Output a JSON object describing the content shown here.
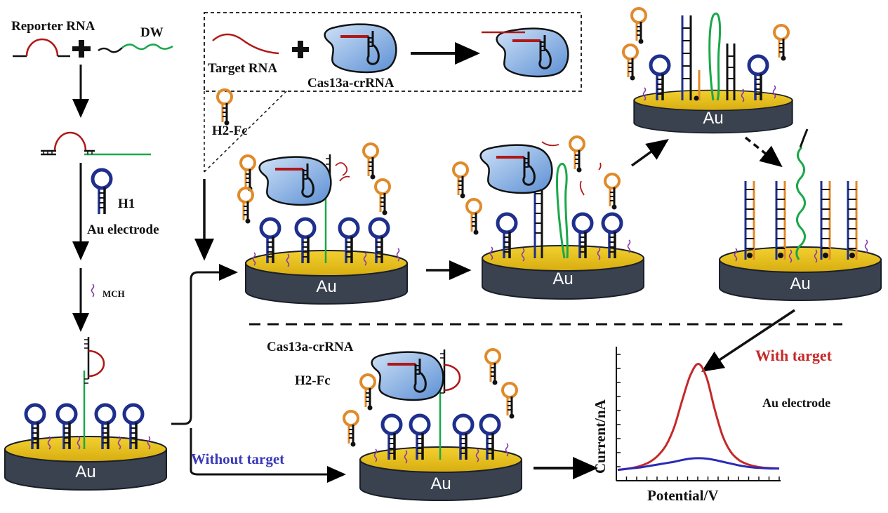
{
  "labels": {
    "reporter_rna": "Reporter RNA",
    "dw": "DW",
    "target_rna": "Target RNA",
    "cas13a_crrna": "Cas13a-crRNA",
    "h2_fc": "H2-Fc",
    "h1": "H1",
    "au_electrode_step": "Au  electrode",
    "mch": "MCH",
    "au": "Au",
    "without_target": "Without target",
    "cas13a_crrna_lower": "Cas13a-crRNA",
    "h2_fc_lower": "H2-Fc",
    "with_target": "With target",
    "au_electrode_plot": "Au electrode",
    "xlabel": "Potential/V",
    "ylabel": "Current/nA"
  },
  "colors": {
    "reporter_rna": "#b01818",
    "dw_strand": "#1aa84a",
    "h1_hairpin": "#1e2f8c",
    "h2_hairpin": "#e08a2a",
    "cas13a": "#9cc3ee",
    "electrode_top": "#e8c21c",
    "electrode_side": "#3a4250",
    "mch": "#8a3aa8",
    "with_target_label": "#c62828",
    "without_target_label": "#3a3ab8"
  },
  "chart_data": {
    "type": "line",
    "title": "",
    "xlabel": "Potential/V",
    "ylabel": "Current/nA",
    "x": [
      0,
      1,
      2,
      3,
      4,
      5,
      6,
      7,
      8,
      9,
      10,
      11,
      12,
      13,
      14,
      15,
      16,
      17,
      18,
      19,
      20
    ],
    "series": [
      {
        "name": "With target",
        "color": "#c62828",
        "values": [
          1.0,
          1.2,
          1.5,
          2.0,
          2.8,
          4.2,
          6.5,
          10.5,
          16.5,
          22.0,
          24.5,
          21.5,
          14.5,
          8.5,
          5.0,
          3.2,
          2.3,
          1.8,
          1.5,
          1.4,
          1.3
        ]
      },
      {
        "name": "",
        "color": "#2a2ab8",
        "values": [
          1.0,
          1.2,
          1.4,
          1.6,
          1.9,
          2.2,
          2.5,
          2.8,
          3.2,
          3.5,
          3.6,
          3.5,
          3.2,
          2.8,
          2.4,
          2.0,
          1.7,
          1.5,
          1.4,
          1.3,
          1.3
        ]
      }
    ],
    "ylim": [
      0,
      28
    ],
    "grid": false
  }
}
